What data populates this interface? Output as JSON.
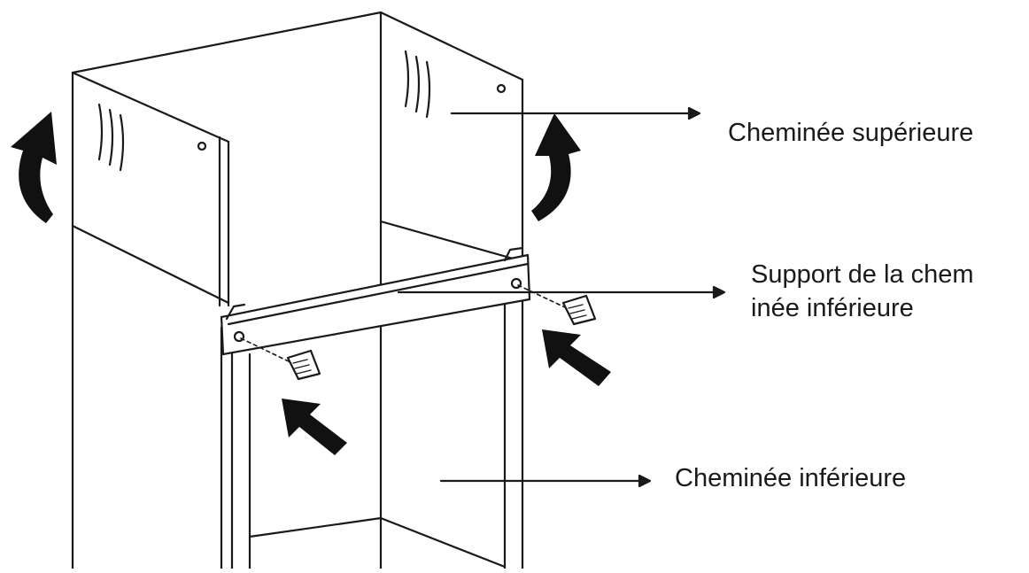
{
  "labels": {
    "upper_chimney": "Cheminée supérieure",
    "support_line1": "Support de la chem",
    "support_line2": "inée inférieure",
    "lower_chimney": "Cheminée inférieure"
  },
  "colors": {
    "line": "#1a1a1a",
    "arrow_fill": "#111111",
    "background": "#ffffff"
  }
}
